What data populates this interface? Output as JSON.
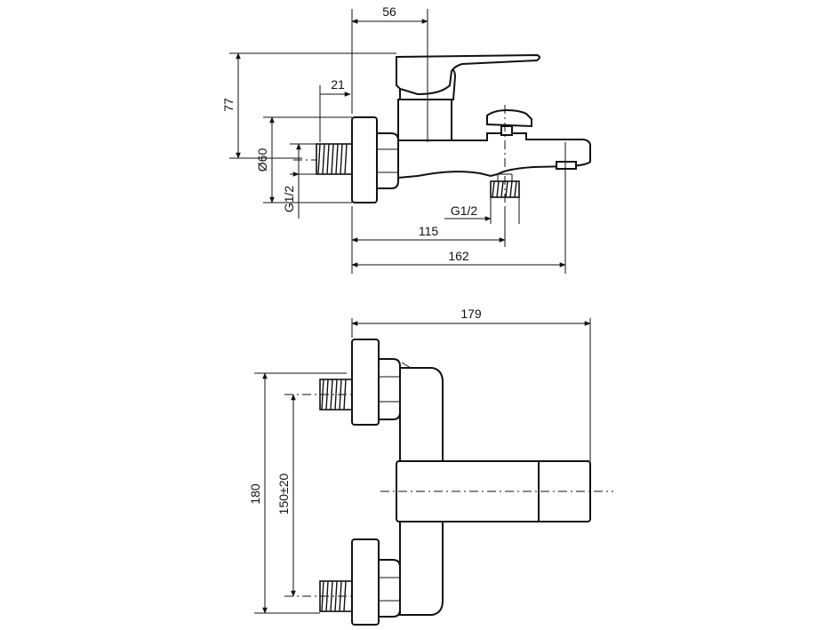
{
  "drawing": {
    "side_view": {
      "dim_top_width": "56",
      "dim_height": "77",
      "dim_thread_len": "21",
      "dim_diameter": "Ø60",
      "dim_inlet_thread": "G1/2",
      "dim_outlet_thread": "G1/2",
      "dim_outlet_distance": "115",
      "dim_total_length": "162"
    },
    "top_view": {
      "dim_total_width": "179",
      "dim_total_height": "180",
      "dim_center_distance": "150±20"
    }
  }
}
